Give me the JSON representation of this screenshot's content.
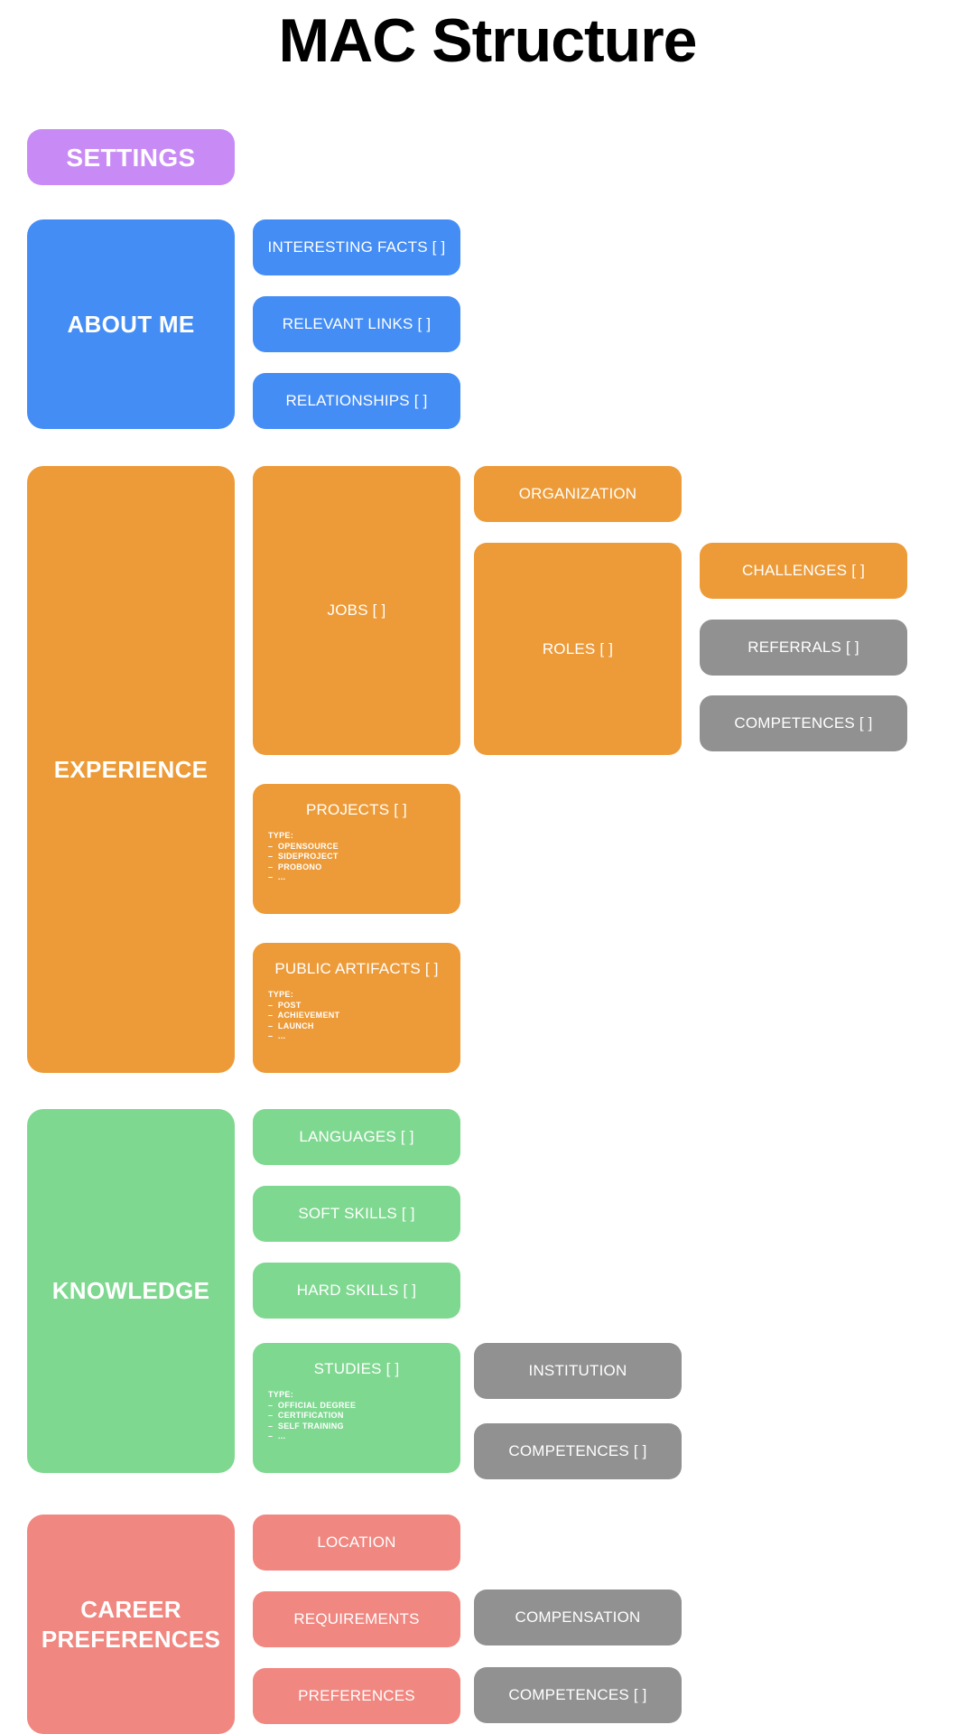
{
  "page": {
    "title": "MAC Structure",
    "background": "#ffffff"
  },
  "colors": {
    "purple": "#c88bf5",
    "blue": "#438df5",
    "orange": "#ed9b38",
    "green": "#7fd890",
    "red": "#f08780",
    "grey": "#919191",
    "title_text": "#000000",
    "block_text": "#ffffff"
  },
  "settings": {
    "label": "SETTINGS"
  },
  "about_me": {
    "label": "ABOUT ME",
    "children": [
      {
        "label": "INTERESTING FACTS [ ]"
      },
      {
        "label": "RELEVANT LINKS [ ]"
      },
      {
        "label": "RELATIONSHIPS [ ]"
      }
    ]
  },
  "experience": {
    "label": "EXPERIENCE",
    "jobs": {
      "label": "JOBS [ ]"
    },
    "organization": {
      "label": "ORGANIZATION"
    },
    "roles": {
      "label": "ROLES [ ]"
    },
    "challenges": {
      "label": "CHALLENGES [ ]"
    },
    "referrals": {
      "label": "REFERRALS [ ]"
    },
    "competences": {
      "label": "COMPETENCES [ ]"
    },
    "projects": {
      "label": "PROJECTS [ ]",
      "type_label": "TYPE:",
      "types": [
        "–  OPENSOURCE",
        "–  SIDEPROJECT",
        "–  PROBONO",
        "–  ..."
      ]
    },
    "public_artifacts": {
      "label": "PUBLIC ARTIFACTS [ ]",
      "type_label": "TYPE:",
      "types": [
        "–  POST",
        "–  ACHIEVEMENT",
        "–  LAUNCH",
        "–  ..."
      ]
    }
  },
  "knowledge": {
    "label": "KNOWLEDGE",
    "languages": {
      "label": "LANGUAGES [ ]"
    },
    "soft_skills": {
      "label": "SOFT SKILLS [ ]"
    },
    "hard_skills": {
      "label": "HARD SKILLS [ ]"
    },
    "studies": {
      "label": "STUDIES [ ]",
      "type_label": "TYPE:",
      "types": [
        "–  OFFICIAL DEGREE",
        "–  CERTIFICATION",
        "–  SELF TRAINING",
        "–  ..."
      ]
    },
    "institution": {
      "label": "INSTITUTION"
    },
    "competences": {
      "label": "COMPETENCES [ ]"
    }
  },
  "career_preferences": {
    "label": "CAREER PREFERENCES",
    "location": {
      "label": "LOCATION"
    },
    "requirements": {
      "label": "REQUIREMENTS"
    },
    "preferences": {
      "label": "PREFERENCES"
    },
    "compensation": {
      "label": "COMPENSATION"
    },
    "competences": {
      "label": "COMPETENCES [ ]"
    }
  }
}
